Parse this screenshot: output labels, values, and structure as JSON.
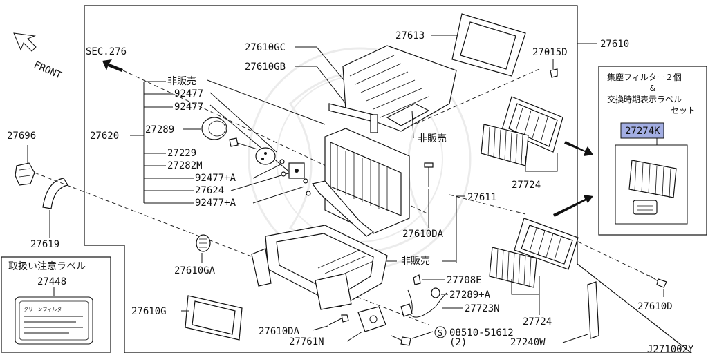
{
  "labels": {
    "front": "FRONT",
    "sec": "SEC.276",
    "p27610gc": "27610GC",
    "p27610gb": "27610GB",
    "p27613": "27613",
    "p27015d": "27015D",
    "p27610": "27610",
    "not_sold_1": "非販売",
    "p92477_1": "92477",
    "p92477_2": "92477",
    "p27289": "27289",
    "p27620": "27620",
    "p27229": "27229",
    "p27282m": "27282M",
    "p92477a_1": "92477+A",
    "p27624": "27624",
    "p92477a_2": "92477+A",
    "p27696": "27696",
    "p27619": "27619",
    "not_sold_2": "非販売",
    "p27724_1": "27724",
    "p27611": "27611",
    "p27610da_1": "27610DA",
    "p27610ga": "27610GA",
    "not_sold_3": "非販売",
    "p27708e": "27708E",
    "p27289a": "27289+A",
    "p27723n": "27723N",
    "p27724_2": "27724",
    "p27610g": "27610G",
    "p27610da_2": "27610DA",
    "p27761n": "27761N",
    "s_mark": "S",
    "p08510": "08510-51612",
    "qty2": "(2)",
    "p27240w": "27240W",
    "p27610d": "27610D",
    "diagram_code": "J271002Y",
    "care_label_title": "取扱い注意ラベル",
    "p27448": "27448",
    "label_card_text": "クリーンフィルター",
    "kit_line1": "集塵フィルター２個",
    "kit_line2": "&",
    "kit_line3": "交換時期表示ラベル",
    "kit_line4": "セット",
    "p27274k": "27274K"
  },
  "colors": {
    "highlight": "#a3aee3",
    "ink": "#111111",
    "watermark": "#d9d9d9"
  }
}
